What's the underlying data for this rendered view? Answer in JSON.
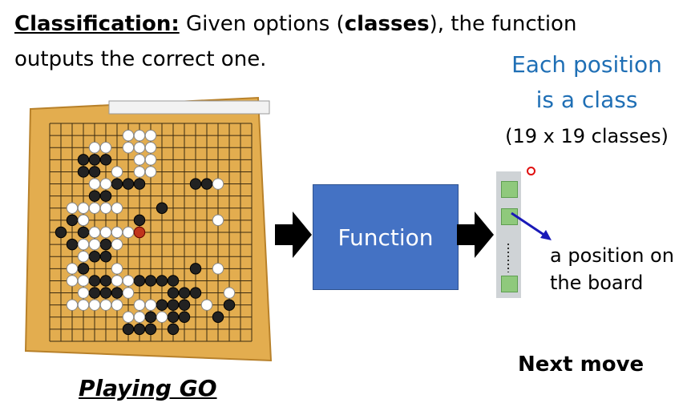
{
  "heading": {
    "term": "Classification:",
    "part1": " Given options (",
    "classes": "classes",
    "part2": "), the function",
    "line2": "outputs the correct one."
  },
  "note": {
    "line1": "Each position",
    "line2": "is a class",
    "line3": "(19 x 19 classes)",
    "color": "#1f6fb5"
  },
  "function_label": "Function",
  "function_color": "#4472c4",
  "cell_color": "#8fc97c",
  "position_text": {
    "line1": "a position on",
    "line2": "the board"
  },
  "next_move": "Next move",
  "caption": "Playing GO",
  "board": {
    "size": 19,
    "board_color": "#e3ad4f",
    "black": [
      [
        3,
        3
      ],
      [
        4,
        3
      ],
      [
        5,
        3
      ],
      [
        3,
        4
      ],
      [
        4,
        4
      ],
      [
        6,
        5
      ],
      [
        7,
        5
      ],
      [
        8,
        5
      ],
      [
        4,
        6
      ],
      [
        5,
        6
      ],
      [
        10,
        7
      ],
      [
        8,
        8
      ],
      [
        3,
        8
      ],
      [
        2,
        8
      ],
      [
        1,
        9
      ],
      [
        3,
        9
      ],
      [
        2,
        10
      ],
      [
        5,
        10
      ],
      [
        4,
        11
      ],
      [
        5,
        11
      ],
      [
        3,
        12
      ],
      [
        4,
        13
      ],
      [
        5,
        13
      ],
      [
        4,
        14
      ],
      [
        5,
        14
      ],
      [
        6,
        14
      ],
      [
        8,
        13
      ],
      [
        9,
        13
      ],
      [
        10,
        13
      ],
      [
        11,
        14
      ],
      [
        12,
        14
      ],
      [
        13,
        14
      ],
      [
        10,
        15
      ],
      [
        11,
        15
      ],
      [
        12,
        15
      ],
      [
        11,
        16
      ],
      [
        12,
        16
      ],
      [
        9,
        16
      ],
      [
        7,
        17
      ],
      [
        8,
        17
      ],
      [
        9,
        17
      ],
      [
        11,
        17
      ],
      [
        13,
        5
      ],
      [
        14,
        5
      ],
      [
        11,
        13
      ],
      [
        13,
        12
      ],
      [
        15,
        16
      ],
      [
        16,
        15
      ]
    ],
    "white": [
      [
        4,
        2
      ],
      [
        5,
        2
      ],
      [
        7,
        2
      ],
      [
        8,
        2
      ],
      [
        7,
        1
      ],
      [
        8,
        1
      ],
      [
        9,
        1
      ],
      [
        9,
        2
      ],
      [
        8,
        3
      ],
      [
        9,
        3
      ],
      [
        6,
        4
      ],
      [
        8,
        4
      ],
      [
        9,
        4
      ],
      [
        4,
        5
      ],
      [
        5,
        5
      ],
      [
        15,
        5
      ],
      [
        3,
        7
      ],
      [
        4,
        7
      ],
      [
        5,
        7
      ],
      [
        6,
        7
      ],
      [
        2,
        7
      ],
      [
        3,
        8
      ],
      [
        4,
        9
      ],
      [
        5,
        9
      ],
      [
        6,
        9
      ],
      [
        7,
        9
      ],
      [
        3,
        10
      ],
      [
        4,
        10
      ],
      [
        6,
        10
      ],
      [
        3,
        11
      ],
      [
        2,
        12
      ],
      [
        2,
        13
      ],
      [
        3,
        13
      ],
      [
        3,
        14
      ],
      [
        2,
        15
      ],
      [
        3,
        15
      ],
      [
        4,
        15
      ],
      [
        5,
        15
      ],
      [
        6,
        13
      ],
      [
        7,
        13
      ],
      [
        6,
        12
      ],
      [
        7,
        14
      ],
      [
        6,
        15
      ],
      [
        8,
        15
      ],
      [
        9,
        15
      ],
      [
        7,
        16
      ],
      [
        8,
        16
      ],
      [
        10,
        16
      ],
      [
        15,
        8
      ],
      [
        15,
        12
      ],
      [
        16,
        14
      ],
      [
        14,
        15
      ]
    ],
    "last_move": [
      8,
      9
    ]
  }
}
